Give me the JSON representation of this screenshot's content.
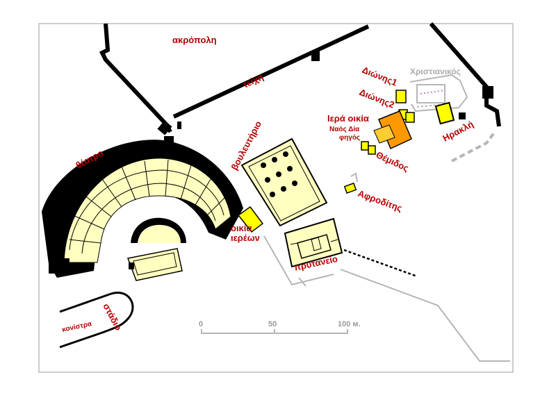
{
  "labels": {
    "acropolis": "ακρόπολη",
    "walls": "τείχη",
    "theatre": "θέατρο",
    "bouleuterion": "βουλευτήριο",
    "priests_house_1": "οικία",
    "priests_house_2": "ιερέων",
    "prytaneion": "πρυτανείο",
    "stadium": "στάδιο",
    "konistra": "κονίστρα",
    "dione_1": "Διώνης1",
    "dione_2": "Διώνης2",
    "sacred_house": "Ιερά οικία",
    "temple_zeus": "Ναός Δία",
    "oak": "φηγός",
    "themis": "Θέμιδος",
    "aphrodite": "Αφροδίτης",
    "heracles": "Ηρακλή",
    "christian": "Χριστιανικός"
  },
  "scale": {
    "t0": "0",
    "t50": "50",
    "t100": "100 м."
  },
  "colors": {
    "wall": "#000000",
    "building_fill": "#ffffc0",
    "yellow": "#ffff00",
    "orange": "#ff9900",
    "label": "#b40000",
    "grey": "#aaaaaa"
  }
}
